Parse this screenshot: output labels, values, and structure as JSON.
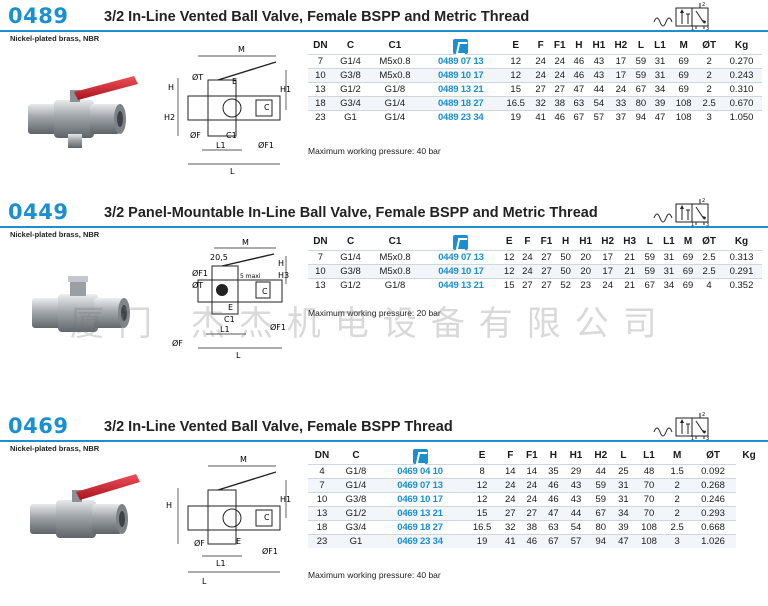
{
  "sections": [
    {
      "code": "0489",
      "title": "3/2 In-Line Vented Ball Valve, Female BSPP and Metric Thread",
      "material": "Nickel-plated brass, NBR",
      "headers": [
        "DN",
        "C",
        "C1",
        "logo",
        "E",
        "F",
        "F1",
        "H",
        "H1",
        "H2",
        "L",
        "L1",
        "M",
        "ØT",
        "Kg"
      ],
      "rows": [
        [
          "7",
          "G1/4",
          "M5x0.8",
          "0489 07 13",
          "12",
          "24",
          "24",
          "46",
          "43",
          "17",
          "59",
          "31",
          "69",
          "2",
          "0.270"
        ],
        [
          "10",
          "G3/8",
          "M5x0.8",
          "0489 10 17",
          "12",
          "24",
          "24",
          "46",
          "43",
          "17",
          "59",
          "31",
          "69",
          "2",
          "0.243"
        ],
        [
          "13",
          "G1/2",
          "G1/8",
          "0489 13 21",
          "15",
          "27",
          "27",
          "47",
          "44",
          "24",
          "67",
          "34",
          "69",
          "2",
          "0.310"
        ],
        [
          "18",
          "G3/4",
          "G1/4",
          "0489 18 27",
          "16.5",
          "32",
          "38",
          "63",
          "54",
          "33",
          "80",
          "39",
          "108",
          "2.5",
          "0.670"
        ],
        [
          "23",
          "G1",
          "G1/4",
          "0489 23 34",
          "19",
          "41",
          "46",
          "67",
          "57",
          "37",
          "94",
          "47",
          "108",
          "3",
          "1.050"
        ]
      ],
      "note": "Maximum working pressure: 40 bar"
    },
    {
      "code": "0449",
      "title": "3/2 Panel-Mountable In-Line Ball Valve, Female BSPP and Metric Thread",
      "material": "Nickel-plated brass, NBR",
      "headers": [
        "DN",
        "C",
        "C1",
        "logo",
        "E",
        "F",
        "F1",
        "H",
        "H1",
        "H2",
        "H3",
        "L",
        "L1",
        "M",
        "ØT",
        "Kg"
      ],
      "rows": [
        [
          "7",
          "G1/4",
          "M5x0.8",
          "0449 07 13",
          "12",
          "24",
          "27",
          "50",
          "20",
          "17",
          "21",
          "59",
          "31",
          "69",
          "2.5",
          "0.313"
        ],
        [
          "10",
          "G3/8",
          "M5x0.8",
          "0449 10 17",
          "12",
          "24",
          "27",
          "50",
          "20",
          "17",
          "21",
          "59",
          "31",
          "69",
          "2.5",
          "0.291"
        ],
        [
          "13",
          "G1/2",
          "G1/8",
          "0449 13 21",
          "15",
          "27",
          "27",
          "52",
          "23",
          "24",
          "21",
          "67",
          "34",
          "69",
          "4",
          "0.352"
        ]
      ],
      "note": "Maximum working pressure: 20 bar"
    },
    {
      "code": "0469",
      "title": "3/2 In-Line Vented Ball Valve, Female BSPP Thread",
      "material": "Nickel-plated brass, NBR",
      "headers": [
        "DN",
        "C",
        "logo",
        "E",
        "F",
        "F1",
        "H",
        "H1",
        "H2",
        "L",
        "L1",
        "M",
        "ØT",
        "Kg"
      ],
      "rows": [
        [
          "4",
          "G1/8",
          "0469 04 10",
          "8",
          "14",
          "14",
          "35",
          "29",
          "44",
          "25",
          "48",
          "1.5",
          "0.092"
        ],
        [
          "7",
          "G1/4",
          "0469 07 13",
          "12",
          "24",
          "24",
          "46",
          "43",
          "59",
          "31",
          "70",
          "2",
          "0.268"
        ],
        [
          "10",
          "G3/8",
          "0469 10 17",
          "12",
          "24",
          "24",
          "46",
          "43",
          "59",
          "31",
          "70",
          "2",
          "0.246"
        ],
        [
          "13",
          "G1/2",
          "0469 13 21",
          "15",
          "27",
          "27",
          "47",
          "44",
          "67",
          "34",
          "70",
          "2",
          "0.293"
        ],
        [
          "18",
          "G3/4",
          "0469 18 27",
          "16.5",
          "32",
          "38",
          "63",
          "54",
          "80",
          "39",
          "108",
          "2.5",
          "0.668"
        ],
        [
          "23",
          "G1",
          "0469 23 34",
          "19",
          "41",
          "46",
          "67",
          "57",
          "94",
          "47",
          "108",
          "3",
          "1.026"
        ]
      ],
      "note": "Maximum working pressure: 40 bar"
    }
  ],
  "drawing_labels_0489": {
    "M": "M",
    "H": "H",
    "H1": "H1",
    "H2": "H2",
    "E": "E",
    "C": "C",
    "C1": "C1",
    "T": "ØT",
    "F": "ØF",
    "F1": "ØF1",
    "L": "L",
    "L1": "L1"
  },
  "drawing_labels_0449": {
    "M": "M",
    "dim205": "20,5",
    "H": "H",
    "H3": "H3",
    "E": "E",
    "C": "C",
    "C1": "C1",
    "T": "ØT",
    "F": "ØF",
    "F1": "ØF1",
    "F1b": "ØF1",
    "L": "L",
    "L1": "L1",
    "maxi": "5 maxi"
  },
  "drawing_labels_0469": {
    "M": "M",
    "H": "H",
    "H1": "H1",
    "C": "C",
    "E": "E",
    "F": "ØF",
    "F1": "ØF1",
    "L": "L",
    "L1": "L1"
  },
  "symbol_ports": {
    "p1": "1",
    "p2": "2",
    "p3": "3"
  },
  "watermark": "厦门 杰杰机电设备有限公司",
  "colors": {
    "accent": "#1a8fd1",
    "handle": "#d0202a",
    "body": "#b8bcc0"
  }
}
